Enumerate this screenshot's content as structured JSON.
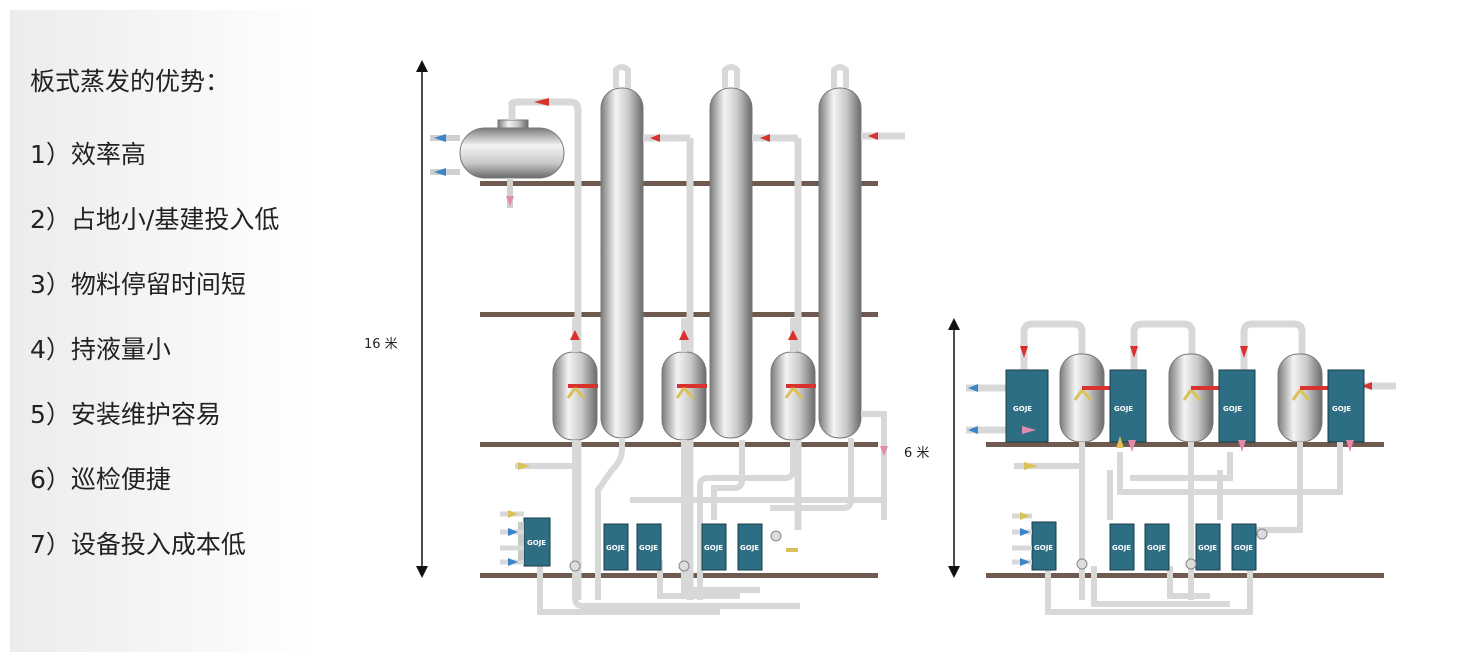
{
  "sidebar": {
    "title": "板式蒸发的优势：",
    "items": [
      "1）效率高",
      "2）占地小/基建投入低",
      "3）物料停留时间短",
      "4）持液量小",
      "5）安装维护容易",
      "6）巡检便捷",
      "7）设备投入成本低"
    ]
  },
  "diagram": {
    "left_height_label": "16 米",
    "right_height_label": "6 米",
    "brand_label": "GOJE"
  },
  "colors": {
    "floor": "#6e5a4e",
    "pipe": "#d8d8d8",
    "pipe_edge": "#9a9a9a",
    "exchanger": "#2e6e84",
    "arrow_red": "#d9322e",
    "arrow_blue": "#3b86c8",
    "arrow_yellow": "#d9c25a",
    "arrow_pink": "#e58aa8"
  }
}
